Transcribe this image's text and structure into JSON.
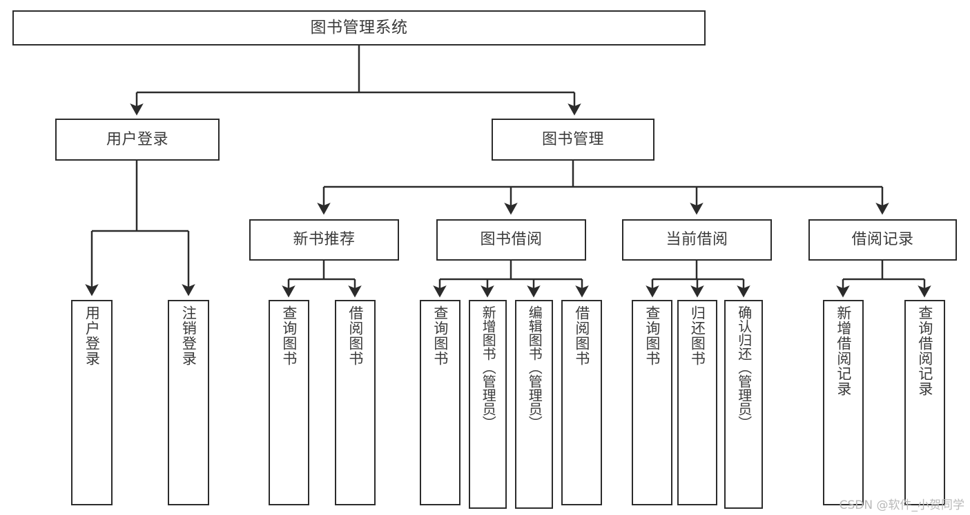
{
  "diagram": {
    "title": "图书管理系统",
    "type": "hierarchy-tree",
    "watermark": "CSDN @软件_小贺同学",
    "colors": {
      "background": "#ffffff",
      "box_border": "#2b2b2b",
      "box_fill": "#ffffff",
      "text": "#3a3a3a",
      "edge": "#2b2b2b",
      "watermark": "#b9b9b9"
    },
    "levels": {
      "level0": [
        "图书管理系统"
      ],
      "level1": [
        "用户登录",
        "图书管理"
      ],
      "level2": [
        "新书推荐",
        "图书借阅",
        "当前借阅",
        "借阅记录"
      ],
      "level3": [
        "用户登录",
        "注销登录",
        "查询图书",
        "借阅图书",
        "查询图书",
        "新增图书（管理员）",
        "编辑图书（管理员）",
        "借阅图书",
        "查询图书",
        "归还图书",
        "确认归还（管理员）",
        "新增借阅记录",
        "查询借阅记录"
      ]
    },
    "nodes": {
      "root": {
        "label": "图书管理系统"
      },
      "user_login": {
        "label": "用户登录"
      },
      "book_manage": {
        "label": "图书管理"
      },
      "new_book_rec": {
        "label": "新书推荐"
      },
      "book_borrow": {
        "label": "图书借阅"
      },
      "current_borrow": {
        "label": "当前借阅"
      },
      "borrow_record": {
        "label": "借阅记录"
      },
      "leaf_user_login": {
        "label": "用户登录"
      },
      "leaf_logout": {
        "label": "注销登录"
      },
      "leaf_query_book_1": {
        "label": "查询图书"
      },
      "leaf_borrow_book_1": {
        "label": "借阅图书"
      },
      "leaf_query_book_2": {
        "label": "查询图书"
      },
      "leaf_add_book": {
        "label": "新增图书（管理员）"
      },
      "leaf_edit_book": {
        "label": "编辑图书（管理员）"
      },
      "leaf_borrow_book_2": {
        "label": "借阅图书"
      },
      "leaf_query_book_3": {
        "label": "查询图书"
      },
      "leaf_return_book": {
        "label": "归还图书"
      },
      "leaf_confirm_return": {
        "label": "确认归还（管理员）"
      },
      "leaf_add_record": {
        "label": "新增借阅记录"
      },
      "leaf_query_record": {
        "label": "查询借阅记录"
      }
    },
    "edges": [
      {
        "from": "root",
        "to": "user_login"
      },
      {
        "from": "root",
        "to": "book_manage"
      },
      {
        "from": "user_login",
        "to": "leaf_user_login"
      },
      {
        "from": "user_login",
        "to": "leaf_logout"
      },
      {
        "from": "book_manage",
        "to": "new_book_rec"
      },
      {
        "from": "book_manage",
        "to": "book_borrow"
      },
      {
        "from": "book_manage",
        "to": "current_borrow"
      },
      {
        "from": "book_manage",
        "to": "borrow_record"
      },
      {
        "from": "new_book_rec",
        "to": "leaf_query_book_1"
      },
      {
        "from": "new_book_rec",
        "to": "leaf_borrow_book_1"
      },
      {
        "from": "book_borrow",
        "to": "leaf_query_book_2"
      },
      {
        "from": "book_borrow",
        "to": "leaf_add_book"
      },
      {
        "from": "book_borrow",
        "to": "leaf_edit_book"
      },
      {
        "from": "book_borrow",
        "to": "leaf_borrow_book_2"
      },
      {
        "from": "current_borrow",
        "to": "leaf_query_book_3"
      },
      {
        "from": "current_borrow",
        "to": "leaf_return_book"
      },
      {
        "from": "current_borrow",
        "to": "leaf_confirm_return"
      },
      {
        "from": "borrow_record",
        "to": "leaf_add_record"
      },
      {
        "from": "borrow_record",
        "to": "leaf_query_record"
      }
    ]
  }
}
